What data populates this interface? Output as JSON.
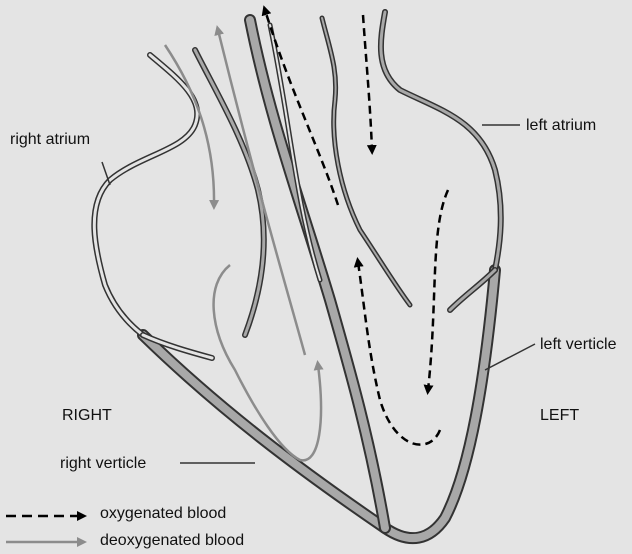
{
  "labels": {
    "right_atrium": "right atrium",
    "left_atrium": "left atrium",
    "left_verticle": "left verticle",
    "right_verticle": "right verticle",
    "right": "RIGHT",
    "left": "LEFT"
  },
  "legend": {
    "oxygenated": "oxygenated blood",
    "deoxygenated": "deoxygenated blood"
  },
  "colors": {
    "background": "#e4e4e4",
    "wall_fill": "#a8a8a8",
    "outline": "#333333",
    "oxygenated_arrow": "#000000",
    "deoxygenated_arrow": "#8c8c8c"
  }
}
